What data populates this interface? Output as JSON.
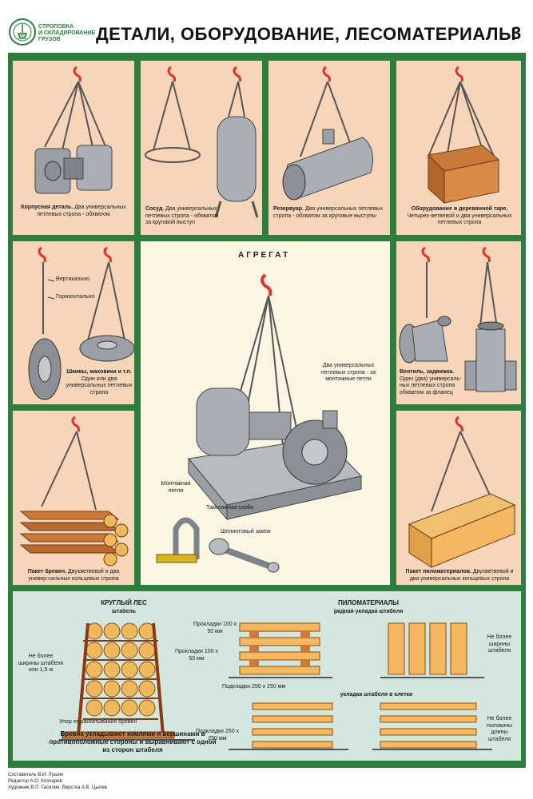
{
  "header": {
    "logo_line1": "СТРОПОВКА",
    "logo_line2": "И СКЛАДИРОВАНИЕ",
    "logo_line3": "ГРУЗОВ",
    "title": "ДЕТАЛИ, ОБОРУДОВАНИЕ, ЛЕСОМАТЕРИАЛЫ",
    "sheet_number": "3"
  },
  "panels": {
    "p1": {
      "lead": "Корпусная деталь.",
      "text": "Два универсальных петлевых стропа - обхватом"
    },
    "p2": {
      "lead": "Сосуд.",
      "text": "Два универсальных петлевых стропа - обхватом за круговой выступ"
    },
    "p3": {
      "lead": "Резервуар.",
      "text": "Два универсальных петлевых стропа - обхватом за круговые выступы"
    },
    "p4": {
      "lead": "Оборудование в деревянной таре.",
      "text": "Четырех-ветвевой и два универсальных петлевых стропа"
    },
    "p5": {
      "label_vertical": "Вертикально",
      "label_horizontal": "Горизонтально",
      "lead": "Шкивы, маховики и т.п.",
      "text": "Один или два универсальных петлевых стропа"
    },
    "p6": {
      "title": "АГРЕГАТ",
      "label_slings": "Два универсальных петлевых стропа - за монтажные петли",
      "label_loop": "Монтажная петля",
      "label_shackle": "Такелажная скоба",
      "label_lock": "Шплинтовый замок"
    },
    "p7": {
      "lead": "Вентиль, задвижка.",
      "text": "Один (два) универсаль-ных петлевых стропа обхватом за фланец"
    },
    "p8": {
      "lead": "Пакет бревен.",
      "text": "Двухветвевой и два универ-сальных кольцевых стропа"
    },
    "p9": {
      "lead": "Пакет пиломатериалов.",
      "text": "Двухветвевой и два универсальных кольцевых стропа"
    }
  },
  "storage": {
    "round_title": "КРУГЛЫЙ ЛЕС",
    "round_sub": "штабель",
    "round_width": "Не более ширины штабеля или 1,5 м",
    "round_pads": "Прокладки 100 x 50 мм",
    "round_stop": "Упор от раскатывания бревен",
    "rule": "Бревна укладывают комлями и вершинами в противоположные стороны и выравнивают с одной из сторон штабеля",
    "lumber_title": "ПИЛОМАТЕРИАЛЫ",
    "lumber_sub1": "рядная укладка штабеля",
    "lumber_pads_top": "Прокладки 100 x 50 мм",
    "lumber_pads_bottom": "Подкладки 250 x 250 мм",
    "lumber_width": "Не более ширины штабеля",
    "lumber_sub2": "укладка штабеля в клетки",
    "lumber_pads_bottom2": "Подкладки 250 x 250 мм",
    "lumber_half": "Не более половины длины штабеля"
  },
  "credits": {
    "line1": "Составитель В.И. Лушин",
    "line2": "Редактор А.О. Клочарев",
    "line3": "Художник В.П. Гасилин. Верстка А.В. Цылев"
  },
  "colors": {
    "frame": "#2e7d3c",
    "panel": "#f7d5b8",
    "center": "#fbf6e3",
    "storage": "#d4e7df",
    "hook": "#d9362a"
  }
}
